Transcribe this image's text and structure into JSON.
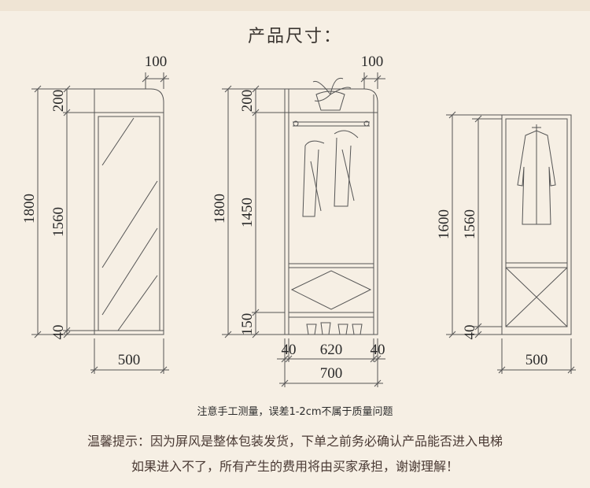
{
  "title": "产品尺寸：",
  "models": {
    "mirror": {
      "top_width": "100",
      "dim_total": "1800",
      "dim_top": "200",
      "dim_middle": "1560",
      "dim_bottom": "40",
      "width": "500"
    },
    "plant_rack": {
      "top_width": "100",
      "dim_total": "1800",
      "dim_top": "200",
      "dim_middle": "1450",
      "dim_bottom": "150",
      "width_left": "40",
      "width_mid": "620",
      "width_right": "40",
      "width_total": "700"
    },
    "coat_rack": {
      "dim_total": "1600",
      "dim_middle": "1560",
      "dim_bottom": "40",
      "width": "500"
    }
  },
  "notes": {
    "measure": "注意手工测量，误差1-2cm不属于质量问题",
    "warning_line1": "温馨提示：因为屏风是整体包装发货，下单之前务必确认产品能否进入电梯",
    "warning_line2": "如果进入不了，所有产生的费用将由买家承担，谢谢理解！"
  }
}
